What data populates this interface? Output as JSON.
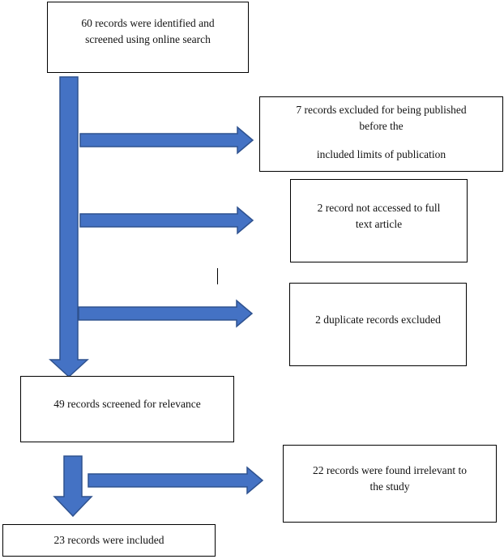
{
  "diagram": {
    "identified": {
      "lines": [
        "60 records were identified and",
        "screened using online search"
      ]
    },
    "excluded_publication": {
      "lines": [
        "7 records excluded for being published",
        "before the",
        "included limits of publication"
      ]
    },
    "not_accessed": {
      "lines": [
        "2 record not accessed to full",
        "text article"
      ]
    },
    "duplicates": {
      "lines": [
        "2 duplicate records excluded"
      ]
    },
    "screened": {
      "lines": [
        "49 records screened for relevance"
      ]
    },
    "irrelevant": {
      "lines": [
        "22 records were found irrelevant to",
        "the study"
      ]
    },
    "included": {
      "lines": [
        "23 records were included"
      ]
    }
  },
  "colors": {
    "arrow_fill": "#4472C4",
    "arrow_stroke": "#2F528F",
    "box_border": "#000000"
  }
}
